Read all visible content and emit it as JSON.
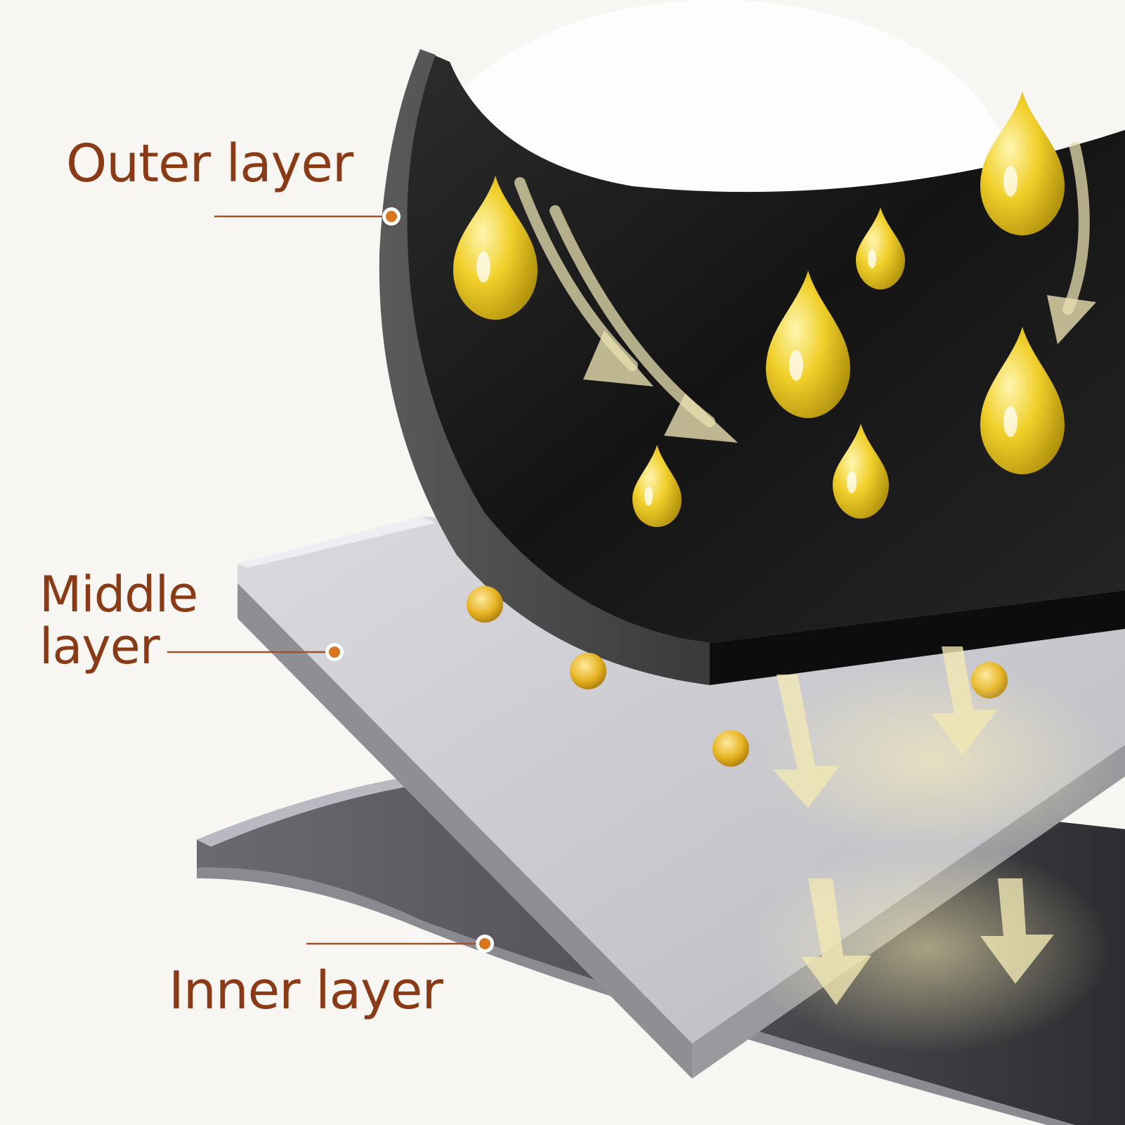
{
  "labels": {
    "outer": "Outer layer",
    "middle": "Middle\nlayer",
    "inner": "Inner layer"
  },
  "colors": {
    "label_text": "#8a3a14",
    "leader_line": "#a0522d",
    "marker_fill": "#d9751c",
    "outer_layer": "#1c1c1c",
    "middle_layer": "#c8c8cc",
    "inner_layer": "#55555a",
    "droplet": "#e8c21a",
    "arrow": "#e8dfb0",
    "background": "#f7f6f3"
  },
  "icons": {
    "droplet": "oil-droplet-icon",
    "bead": "oil-bead-icon",
    "arrow": "flow-arrow-icon",
    "marker": "label-marker-icon"
  }
}
